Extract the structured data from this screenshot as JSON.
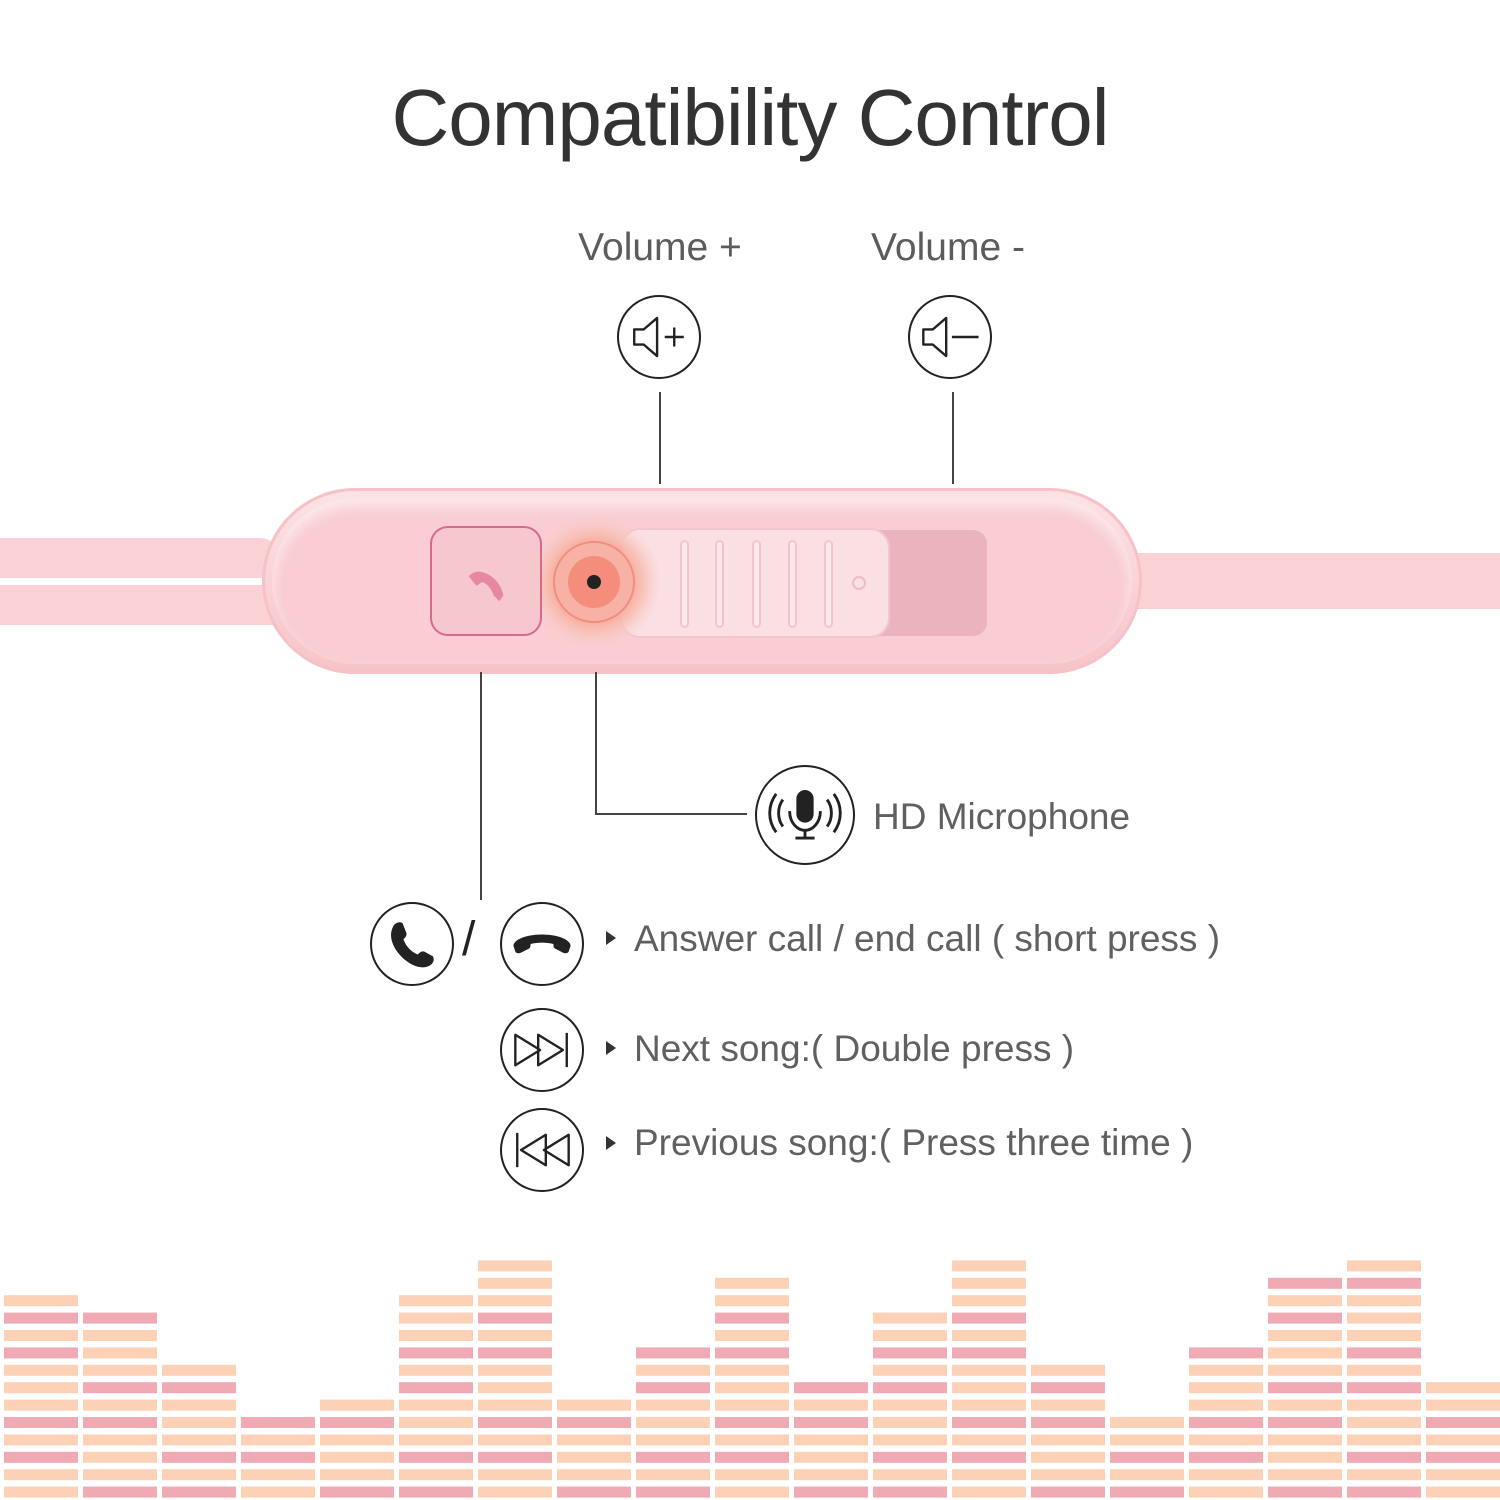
{
  "title": "Compatibility Control",
  "volume_up": {
    "label": "Volume +",
    "icon": "volume-up-icon"
  },
  "volume_down": {
    "label": "Volume -",
    "icon": "volume-down-icon"
  },
  "microphone": {
    "label": "HD Microphone",
    "icon": "microphone-icon"
  },
  "functions": [
    {
      "icon": "answer-end-call-icons",
      "text": "Answer call / end call ( short press  )"
    },
    {
      "icon": "next-song-icon",
      "text": "Next song:( Double press )"
    },
    {
      "icon": "previous-song-icon",
      "text": "Previous song:( Press three time )"
    }
  ],
  "slash": "/",
  "colors": {
    "remote": "#f9cdd2",
    "accent": "#d56b88",
    "mic_glow": "#f07f6a",
    "equalizer_pink": "#f0aab4",
    "equalizer_peach": "#fcd1b6"
  }
}
